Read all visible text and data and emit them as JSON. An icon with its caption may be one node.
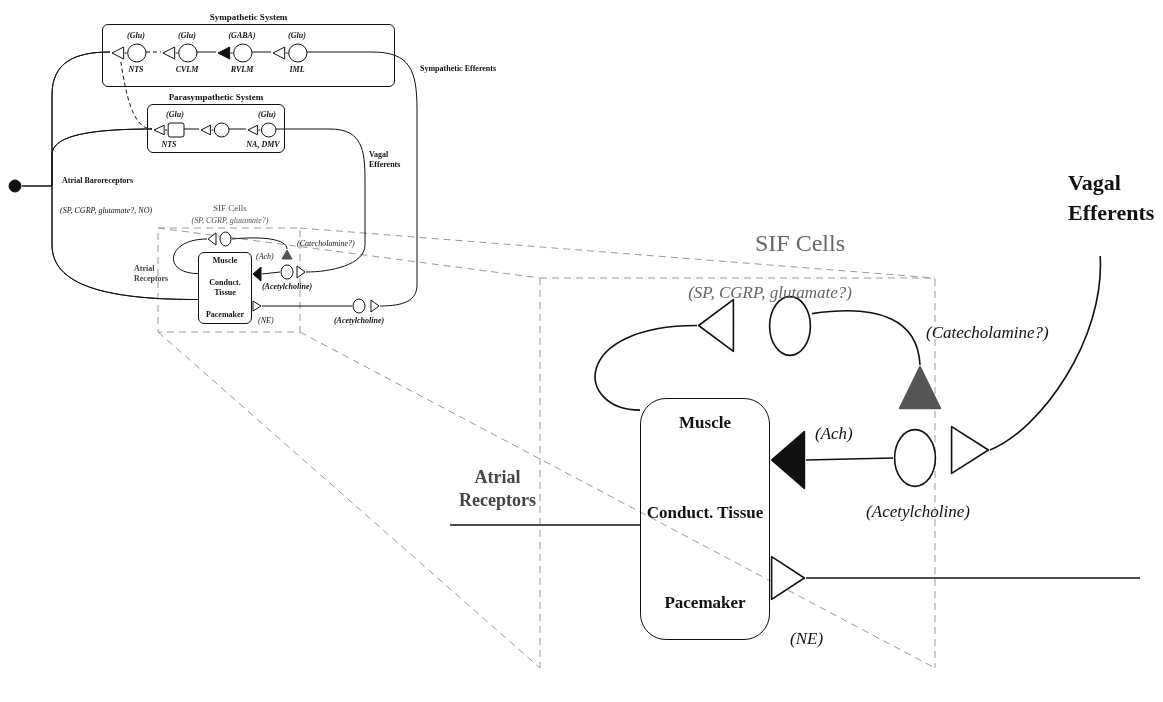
{
  "diagram": {
    "nodes": [
      {
        "text": [
          "Sympathetic System"
        ]
      },
      {
        "text": [],
        "shape": "circle",
        "in": 0,
        "beside": [
          "(Glu)",
          "NTS"
        ]
      },
      {
        "text": [],
        "shape": "circle",
        "in": 0,
        "beside": [
          "(Glu)",
          "CVLM"
        ]
      },
      {
        "text": [],
        "shape": "circle",
        "in": 0,
        "beside": [
          "(GABA)",
          "RVLM"
        ]
      },
      {
        "text": [],
        "shape": "circle",
        "in": 0,
        "beside": [
          "(Glu)",
          "IML"
        ]
      },
      {
        "text": [
          "Parasympathetic System"
        ]
      },
      {
        "text": [],
        "shape": "box",
        "in": 5,
        "beside": [
          "(Glu)",
          "NTS"
        ]
      },
      {
        "text": [],
        "shape": "circle",
        "in": 5
      },
      {
        "text": [],
        "shape": "circle",
        "in": 5,
        "beside": [
          "(Glu)",
          "NA, DMV"
        ]
      },
      {
        "text": [],
        "shape": "circle"
      },
      {
        "text": [
          "Muscle",
          "Conduct. Tissue",
          "Pacemaker"
        ]
      },
      {
        "text": [],
        "shape": "triangle"
      },
      {
        "text": [],
        "shape": "circle"
      },
      {
        "text": [],
        "shape": "triangle"
      },
      {
        "text": [],
        "shape": "triangle"
      },
      {
        "text": [],
        "shape": "circle",
        "beside": [
          "(Acetylcholine)"
        ]
      },
      {
        "text": [],
        "shape": "triangle"
      },
      {
        "text": [],
        "shape": "triangle"
      },
      {
        "text": [],
        "shape": "circle",
        "beside": [
          "(Acetylcholine)"
        ]
      },
      {
        "text": [],
        "shape": "triangle"
      },
      {
        "text": [
          "Muscle",
          "Conduct. Tissue",
          "Pacemaker"
        ]
      },
      {
        "text": [],
        "shape": "triangle"
      },
      {
        "text": [],
        "shape": "circle"
      },
      {
        "text": [],
        "shape": "triangle"
      },
      {
        "text": [],
        "shape": "triangle"
      },
      {
        "text": [],
        "shape": "circle",
        "beside": [
          "(Acetylcholine)"
        ]
      },
      {
        "text": [],
        "shape": "triangle"
      },
      {
        "text": [],
        "shape": "triangle"
      },
      {
        "text": [
          "Vagal Efferents"
        ]
      }
    ],
    "edges": [
      {
        "from": 1,
        "to": 2,
        "arrow": "none",
        "style": "dashed"
      },
      {
        "from": 2,
        "to": 3,
        "arrow": "none"
      },
      {
        "from": 3,
        "to": 4,
        "arrow": "none"
      },
      {
        "from": 1,
        "to": 6,
        "arrow": "none",
        "style": "dashed"
      },
      {
        "from": 6,
        "to": 7,
        "arrow": "none"
      },
      {
        "from": 7,
        "to": 8,
        "arrow": "none"
      },
      {
        "from": 4,
        "to": 19,
        "arrow": "none"
      },
      {
        "from": 18,
        "to": 17,
        "arrow": "none"
      },
      {
        "from": 8,
        "to": 16,
        "arrow": "none"
      },
      {
        "from": 9,
        "to": 1,
        "arrow": "none"
      },
      {
        "from": 9,
        "to": 6,
        "arrow": "none"
      },
      {
        "from": 10,
        "to": 1,
        "arrow": "none"
      },
      {
        "from": 10,
        "to": 6,
        "arrow": "none"
      },
      {
        "from": 11,
        "to": 10,
        "arrow": "none"
      },
      {
        "from": 12,
        "to": 13,
        "arrow": "none"
      },
      {
        "from": 15,
        "to": 14,
        "arrow": "none"
      },
      {
        "from": 21,
        "to": 20,
        "arrow": "none"
      },
      {
        "from": 22,
        "to": 23,
        "arrow": "none"
      },
      {
        "from": 25,
        "to": 24,
        "arrow": "none"
      },
      {
        "from": 26,
        "to": 28,
        "arrow": "none"
      },
      {
        "from": 27,
        "to": null,
        "arrow": "none"
      },
      {
        "from": null,
        "to": 20,
        "arrow": "none"
      }
    ],
    "labels": [
      "Sympathetic Efferents",
      "Vagal Efferents",
      "Atrial Baroreceptors",
      "(SP, CGRP, glutamate?, NO)",
      "SIF Cells",
      "(SP, CGRP, glutamate?)",
      "(Catecholamine?)",
      "(Ach)",
      "Atrial Receptors",
      "(NE)",
      "SIF Cells",
      "(SP, CGRP, glutamate?)",
      "(Catecholamine?)",
      "(Ach)",
      "Atrial Receptors",
      "(NE)"
    ]
  }
}
